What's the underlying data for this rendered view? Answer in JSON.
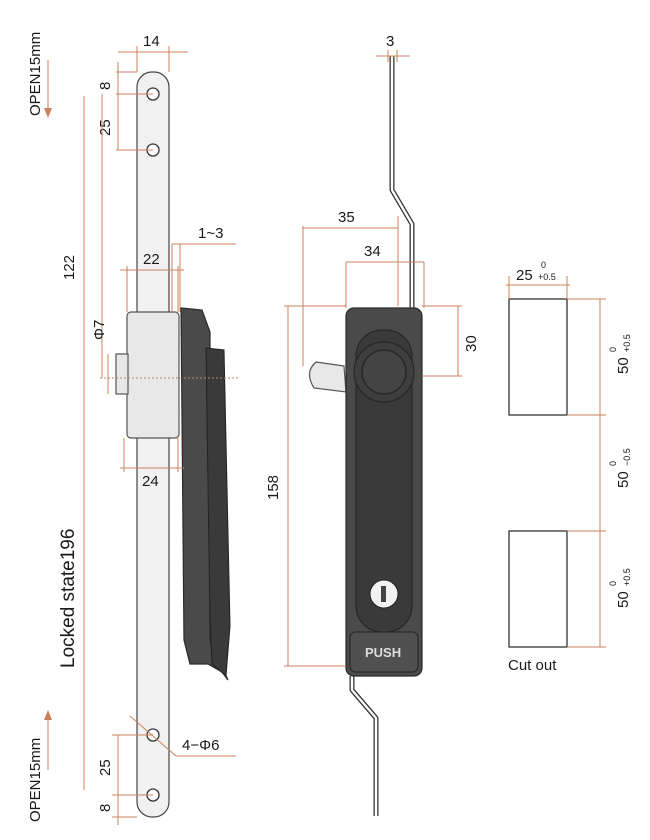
{
  "open_top": "OPEN15mm",
  "open_bottom": "OPEN15mm",
  "locked_state": "Locked state196",
  "side_view": {
    "dim_14": "14",
    "dim_8_top": "8",
    "dim_25_top": "25",
    "dim_122": "122",
    "dim_1_3": "1~3",
    "dim_22": "22",
    "dim_phi7": "Φ7",
    "dim_24": "24",
    "dim_4_phi6": "4−Φ6",
    "dim_25_bottom": "25",
    "dim_8_bottom": "8"
  },
  "front_view": {
    "dim_3": "3",
    "dim_35": "35",
    "dim_34": "34",
    "dim_30": "30",
    "dim_158": "158",
    "push_label": "PUSH"
  },
  "cutout": {
    "width_value": "25",
    "width_tol_upper": "0",
    "width_tol_lower": "+0.5",
    "h1_value": "50",
    "h1_tol_upper": "0",
    "h1_tol_lower": "+0.5",
    "h2_value": "50",
    "h2_tol_upper": "0",
    "h2_tol_lower": "−0.5",
    "h3_value": "50",
    "h3_tol_upper": "0",
    "h3_tol_lower": "+0.5",
    "caption": "Cut out"
  }
}
